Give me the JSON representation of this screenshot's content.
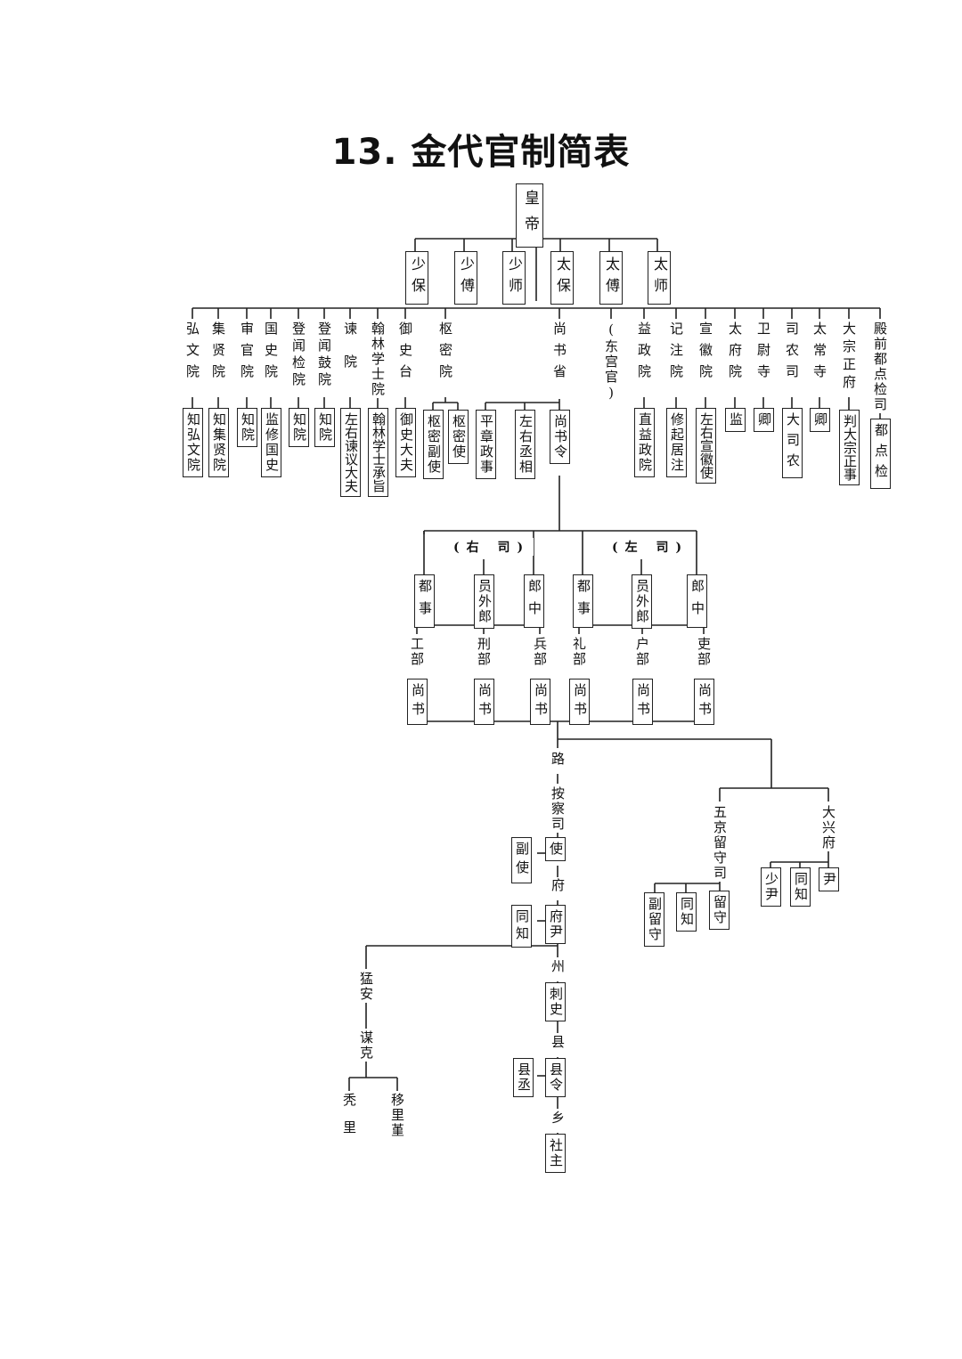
{
  "title": "13.  金代官制简表",
  "emperor": "皇帝",
  "three_ranks": [
    "少保",
    "少傅",
    "少师",
    "太保",
    "太傅",
    "太师"
  ],
  "institutions": [
    {
      "name": "弘文院",
      "head": "知弘文院"
    },
    {
      "name": "集贤院",
      "head": "知集贤院"
    },
    {
      "name": "审官院",
      "head": "知院"
    },
    {
      "name": "国史院",
      "head": "监修国史"
    },
    {
      "name": "登闻检院",
      "head": "知院"
    },
    {
      "name": "登闻鼓院",
      "head": "知院"
    },
    {
      "name": "谏院",
      "head": "左右谏议大夫"
    },
    {
      "name": "翰林学士院",
      "head": "翰林学士承旨"
    },
    {
      "name": "御史台",
      "head": "御史大夫"
    },
    {
      "name": "枢密院",
      "heads": [
        "枢密副使",
        "枢密使"
      ]
    },
    {
      "name": "尚书省",
      "heads": [
        "平章政事",
        "左右丞相",
        "尚书令"
      ]
    },
    {
      "name": "(东宫官)"
    },
    {
      "name": "益政院",
      "head": "直益政院"
    },
    {
      "name": "记注院",
      "head": "修起居注"
    },
    {
      "name": "宣徽院",
      "head": "左右宣徽使"
    },
    {
      "name": "太府院",
      "head": "监"
    },
    {
      "name": "卫尉寺",
      "head": "卿"
    },
    {
      "name": "司农司",
      "head": "大司农"
    },
    {
      "name": "太常寺",
      "head": "卿"
    },
    {
      "name": "大宗正府",
      "head": "判大宗正事"
    },
    {
      "name": "殿前都点检司",
      "head": "都点检"
    }
  ],
  "right_office": {
    "label": "(右  司)",
    "posts": [
      "都事",
      "员外郎",
      "郎中"
    ],
    "ministries": [
      {
        "name": "工部",
        "head": "尚书"
      },
      {
        "name": "刑部",
        "head": "尚书"
      },
      {
        "name": "兵部",
        "head": "尚书"
      }
    ]
  },
  "left_office": {
    "label": "(左  司)",
    "posts": [
      "都事",
      "员外郎",
      "郎中"
    ],
    "ministries": [
      {
        "name": "礼部",
        "head": "尚书"
      },
      {
        "name": "户部",
        "head": "尚书"
      },
      {
        "name": "吏部",
        "head": "尚书"
      }
    ]
  },
  "local": {
    "lu": "路",
    "anchasi": {
      "name": "按察司",
      "head": "使",
      "deputy": "副使"
    },
    "fu": {
      "name": "府",
      "head": "府尹",
      "deputy": "同知"
    },
    "zhou": {
      "name": "州",
      "head": "刺史"
    },
    "xian": {
      "name": "县",
      "head": "县令",
      "deputy": "县丞"
    },
    "xiang": {
      "name": "乡",
      "head": "社主"
    },
    "mengan": "猛安",
    "mouke": "谋克",
    "tuli": "秃里",
    "yilijin": "移里堇",
    "wujing": {
      "name": "五京留守司",
      "posts": [
        "副留守",
        "同知",
        "留守"
      ]
    },
    "daxing": {
      "name": "大兴府",
      "posts": [
        "少尹",
        "同知",
        "尹"
      ]
    }
  }
}
